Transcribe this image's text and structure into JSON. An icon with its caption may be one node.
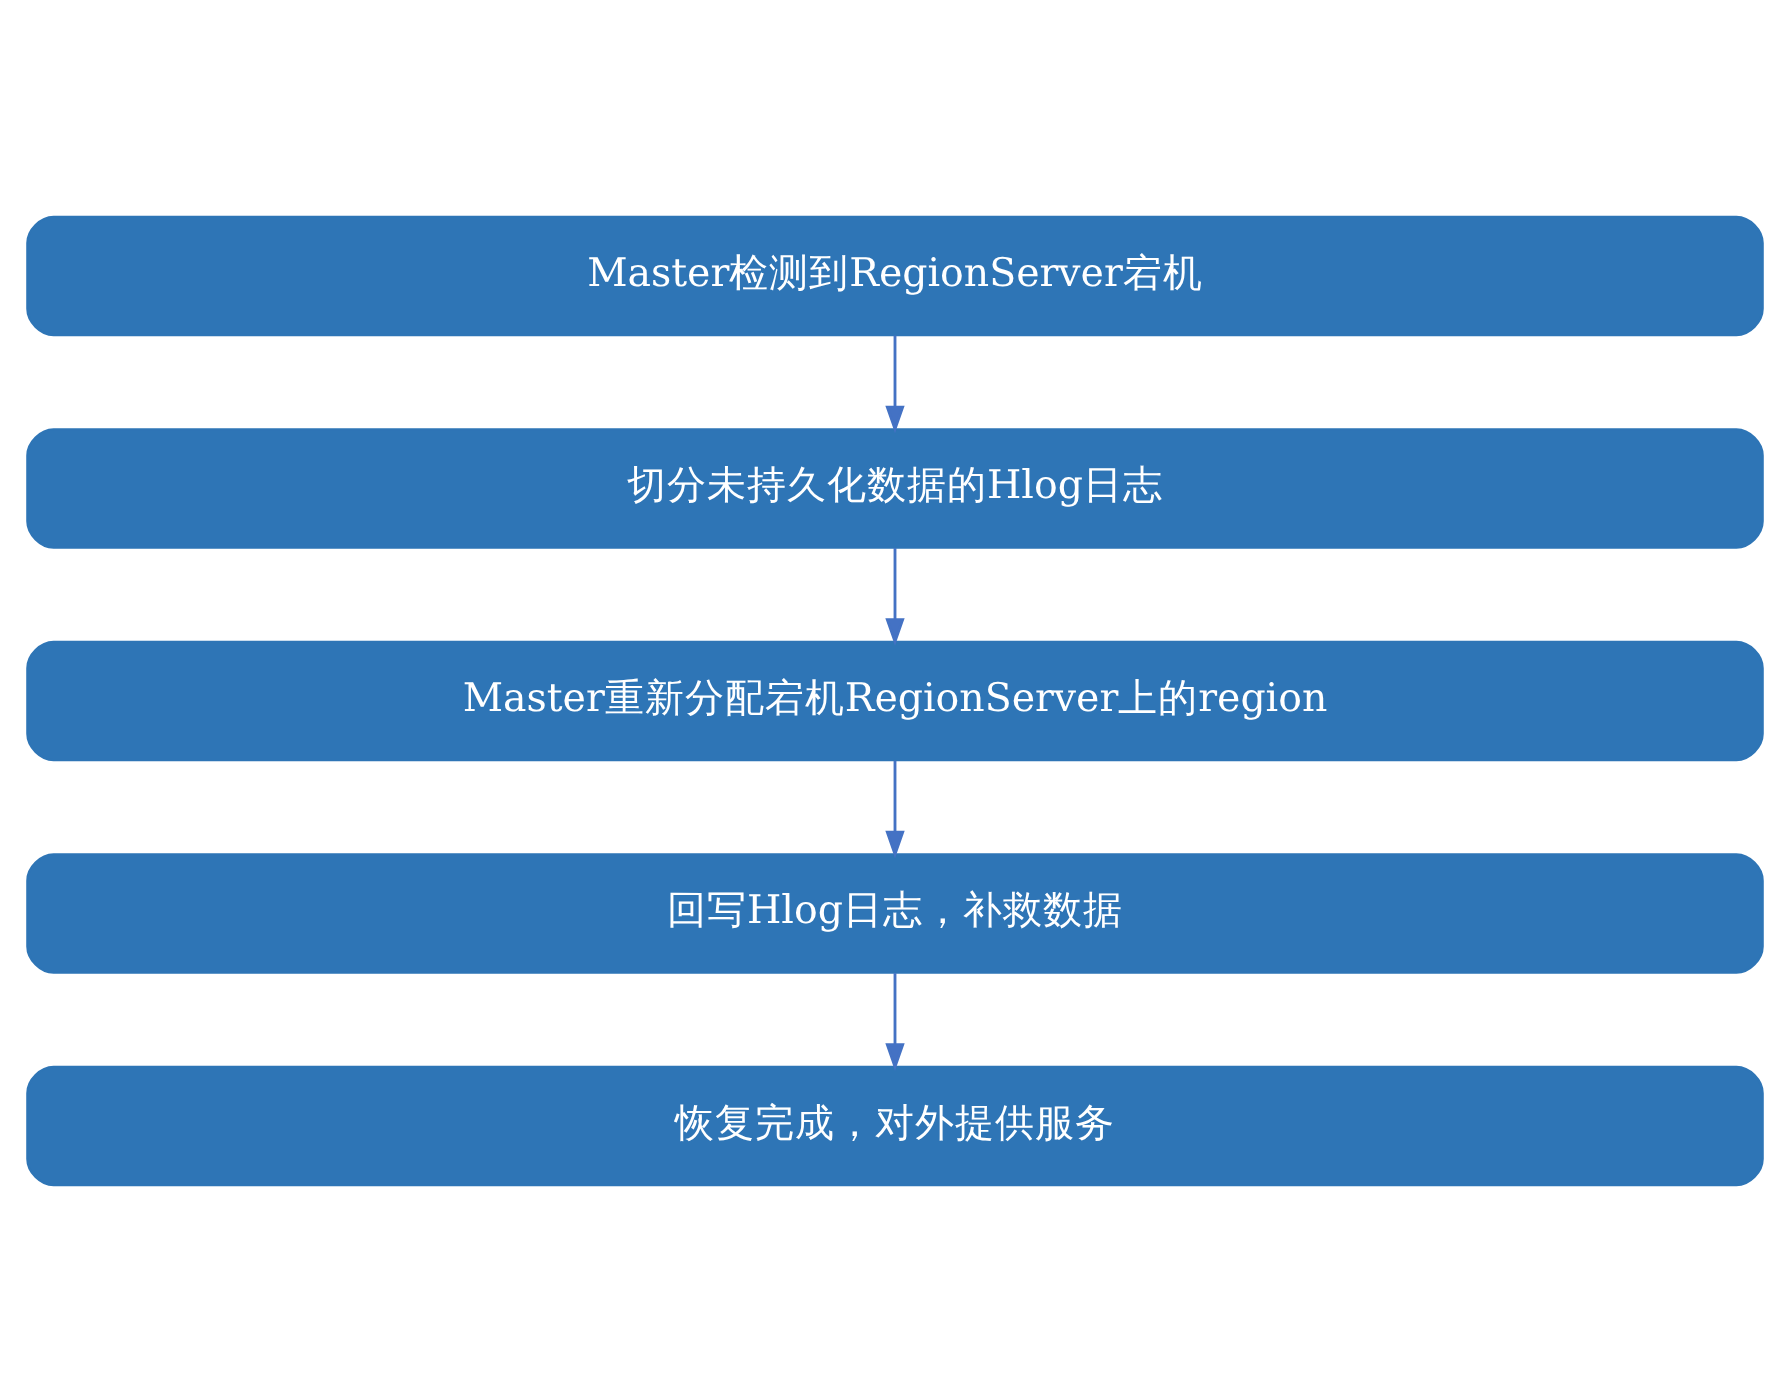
{
  "diagram": {
    "nodes": [
      {
        "text": [
          "Master检测到RegionServer宕机"
        ]
      },
      {
        "text": [
          "切分未持久化数据的Hlog日志"
        ]
      },
      {
        "text": [
          "Master重新分配宕机RegionServer上的region"
        ]
      },
      {
        "text": [
          "回写Hlog日志，补救数据"
        ]
      },
      {
        "text": [
          "恢复完成，对外提供服务"
        ]
      }
    ],
    "edges": [
      {
        "from": 0,
        "to": 1,
        "arrow": "to"
      },
      {
        "from": 1,
        "to": 2,
        "arrow": "to"
      },
      {
        "from": 2,
        "to": 3,
        "arrow": "to"
      },
      {
        "from": 3,
        "to": 4,
        "arrow": "to"
      }
    ]
  }
}
